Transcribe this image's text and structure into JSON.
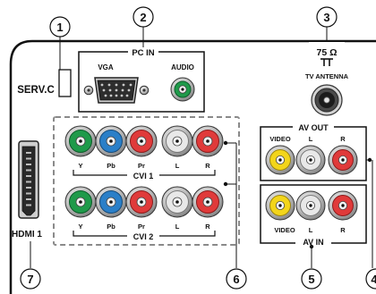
{
  "callouts": {
    "c1": "1",
    "c2": "2",
    "c3": "3",
    "c4": "4",
    "c5": "5",
    "c6": "6",
    "c7": "7"
  },
  "labels": {
    "serv_c": "SERV.C",
    "pc_in": "PC IN",
    "vga": "VGA",
    "audio": "AUDIO",
    "impedance": "75 Ω",
    "tv_antenna": "TV ANTENNA",
    "av_out": "AV OUT",
    "av_in": "AV IN",
    "cvi1": "CVI 1",
    "cvi2": "CVI 2",
    "hdmi1": "HDMI 1",
    "video": "VIDEO",
    "l": "L",
    "r": "R",
    "y": "Y",
    "pb": "Pb",
    "pr": "Pr"
  },
  "colors": {
    "green": "#1f9a4a",
    "blue": "#2a7fc8",
    "red": "#e03a3a",
    "white": "#e8e8e8",
    "yellow": "#f3d51b",
    "panel": "#ffffff",
    "outline": "#111111",
    "dash": "#8a8a8a"
  }
}
